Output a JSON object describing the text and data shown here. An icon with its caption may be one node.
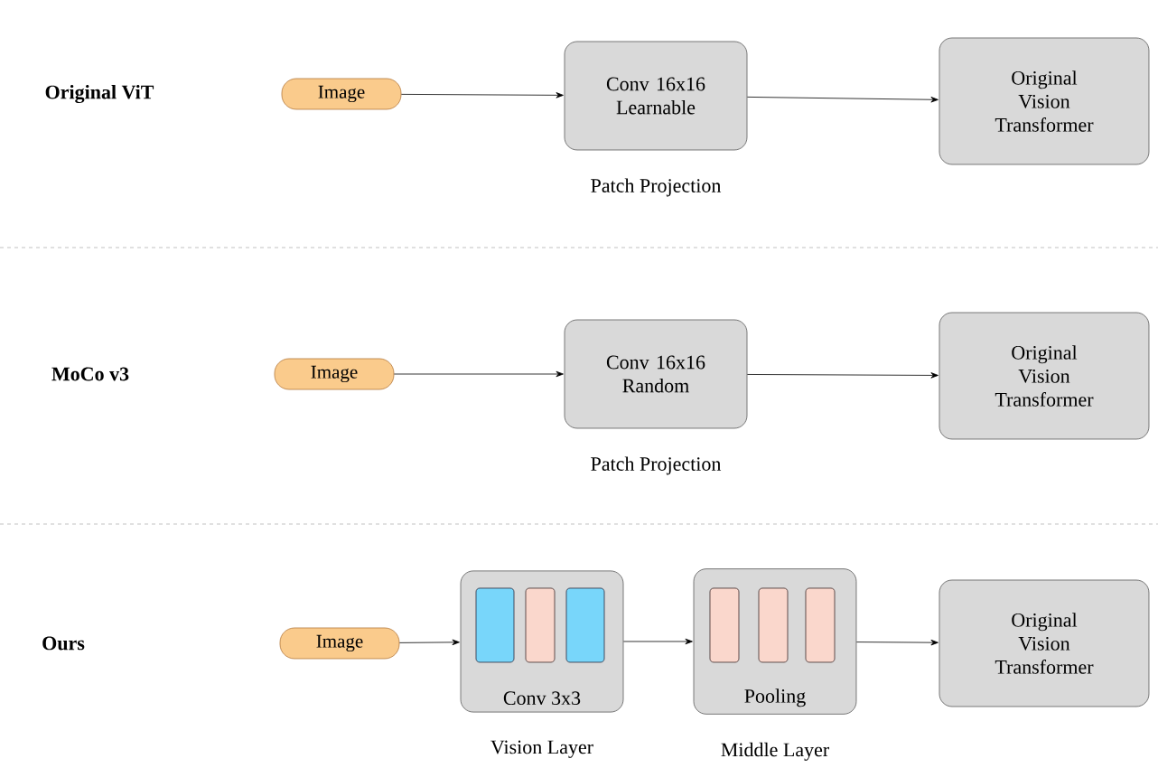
{
  "diagram": {
    "nodes": [
      {
        "text": [
          "Image"
        ]
      },
      {
        "text": [
          "Conv 16x16 Learnable"
        ],
        "beside": [
          "Patch Projection"
        ]
      },
      {
        "text": [
          "Original Vision Transformer"
        ]
      },
      {
        "text": [
          "Image"
        ]
      },
      {
        "text": [
          "Conv 16x16 Random"
        ],
        "beside": [
          "Patch Projection"
        ]
      },
      {
        "text": [
          "Original Vision Transformer"
        ]
      },
      {
        "text": [
          "Image"
        ]
      },
      {
        "text": [
          "Conv 3x3"
        ],
        "beside": [
          "Vision Layer"
        ]
      },
      {
        "text": [],
        "shape": "box",
        "in": 7
      },
      {
        "text": [],
        "shape": "box",
        "in": 7
      },
      {
        "text": [],
        "shape": "box",
        "in": 7
      },
      {
        "text": [
          "Pooling"
        ],
        "beside": [
          "Middle Layer"
        ]
      },
      {
        "text": [],
        "shape": "box",
        "in": 11
      },
      {
        "text": [],
        "shape": "box",
        "in": 11
      },
      {
        "text": [],
        "shape": "box",
        "in": 11
      },
      {
        "text": [
          "Original Vision Transformer"
        ]
      }
    ],
    "edges": [
      {
        "from": 0,
        "to": 1,
        "arrow": "to"
      },
      {
        "from": 1,
        "to": 2,
        "arrow": "to"
      },
      {
        "from": 3,
        "to": 4,
        "arrow": "to"
      },
      {
        "from": 4,
        "to": 5,
        "arrow": "to"
      },
      {
        "from": 6,
        "to": 7,
        "arrow": "to"
      },
      {
        "from": 7,
        "to": 11,
        "arrow": "to"
      },
      {
        "from": 11,
        "to": 15,
        "arrow": "to"
      }
    ],
    "labels": [
      "Original  ViT",
      "MoCo v3",
      "Ours"
    ]
  }
}
